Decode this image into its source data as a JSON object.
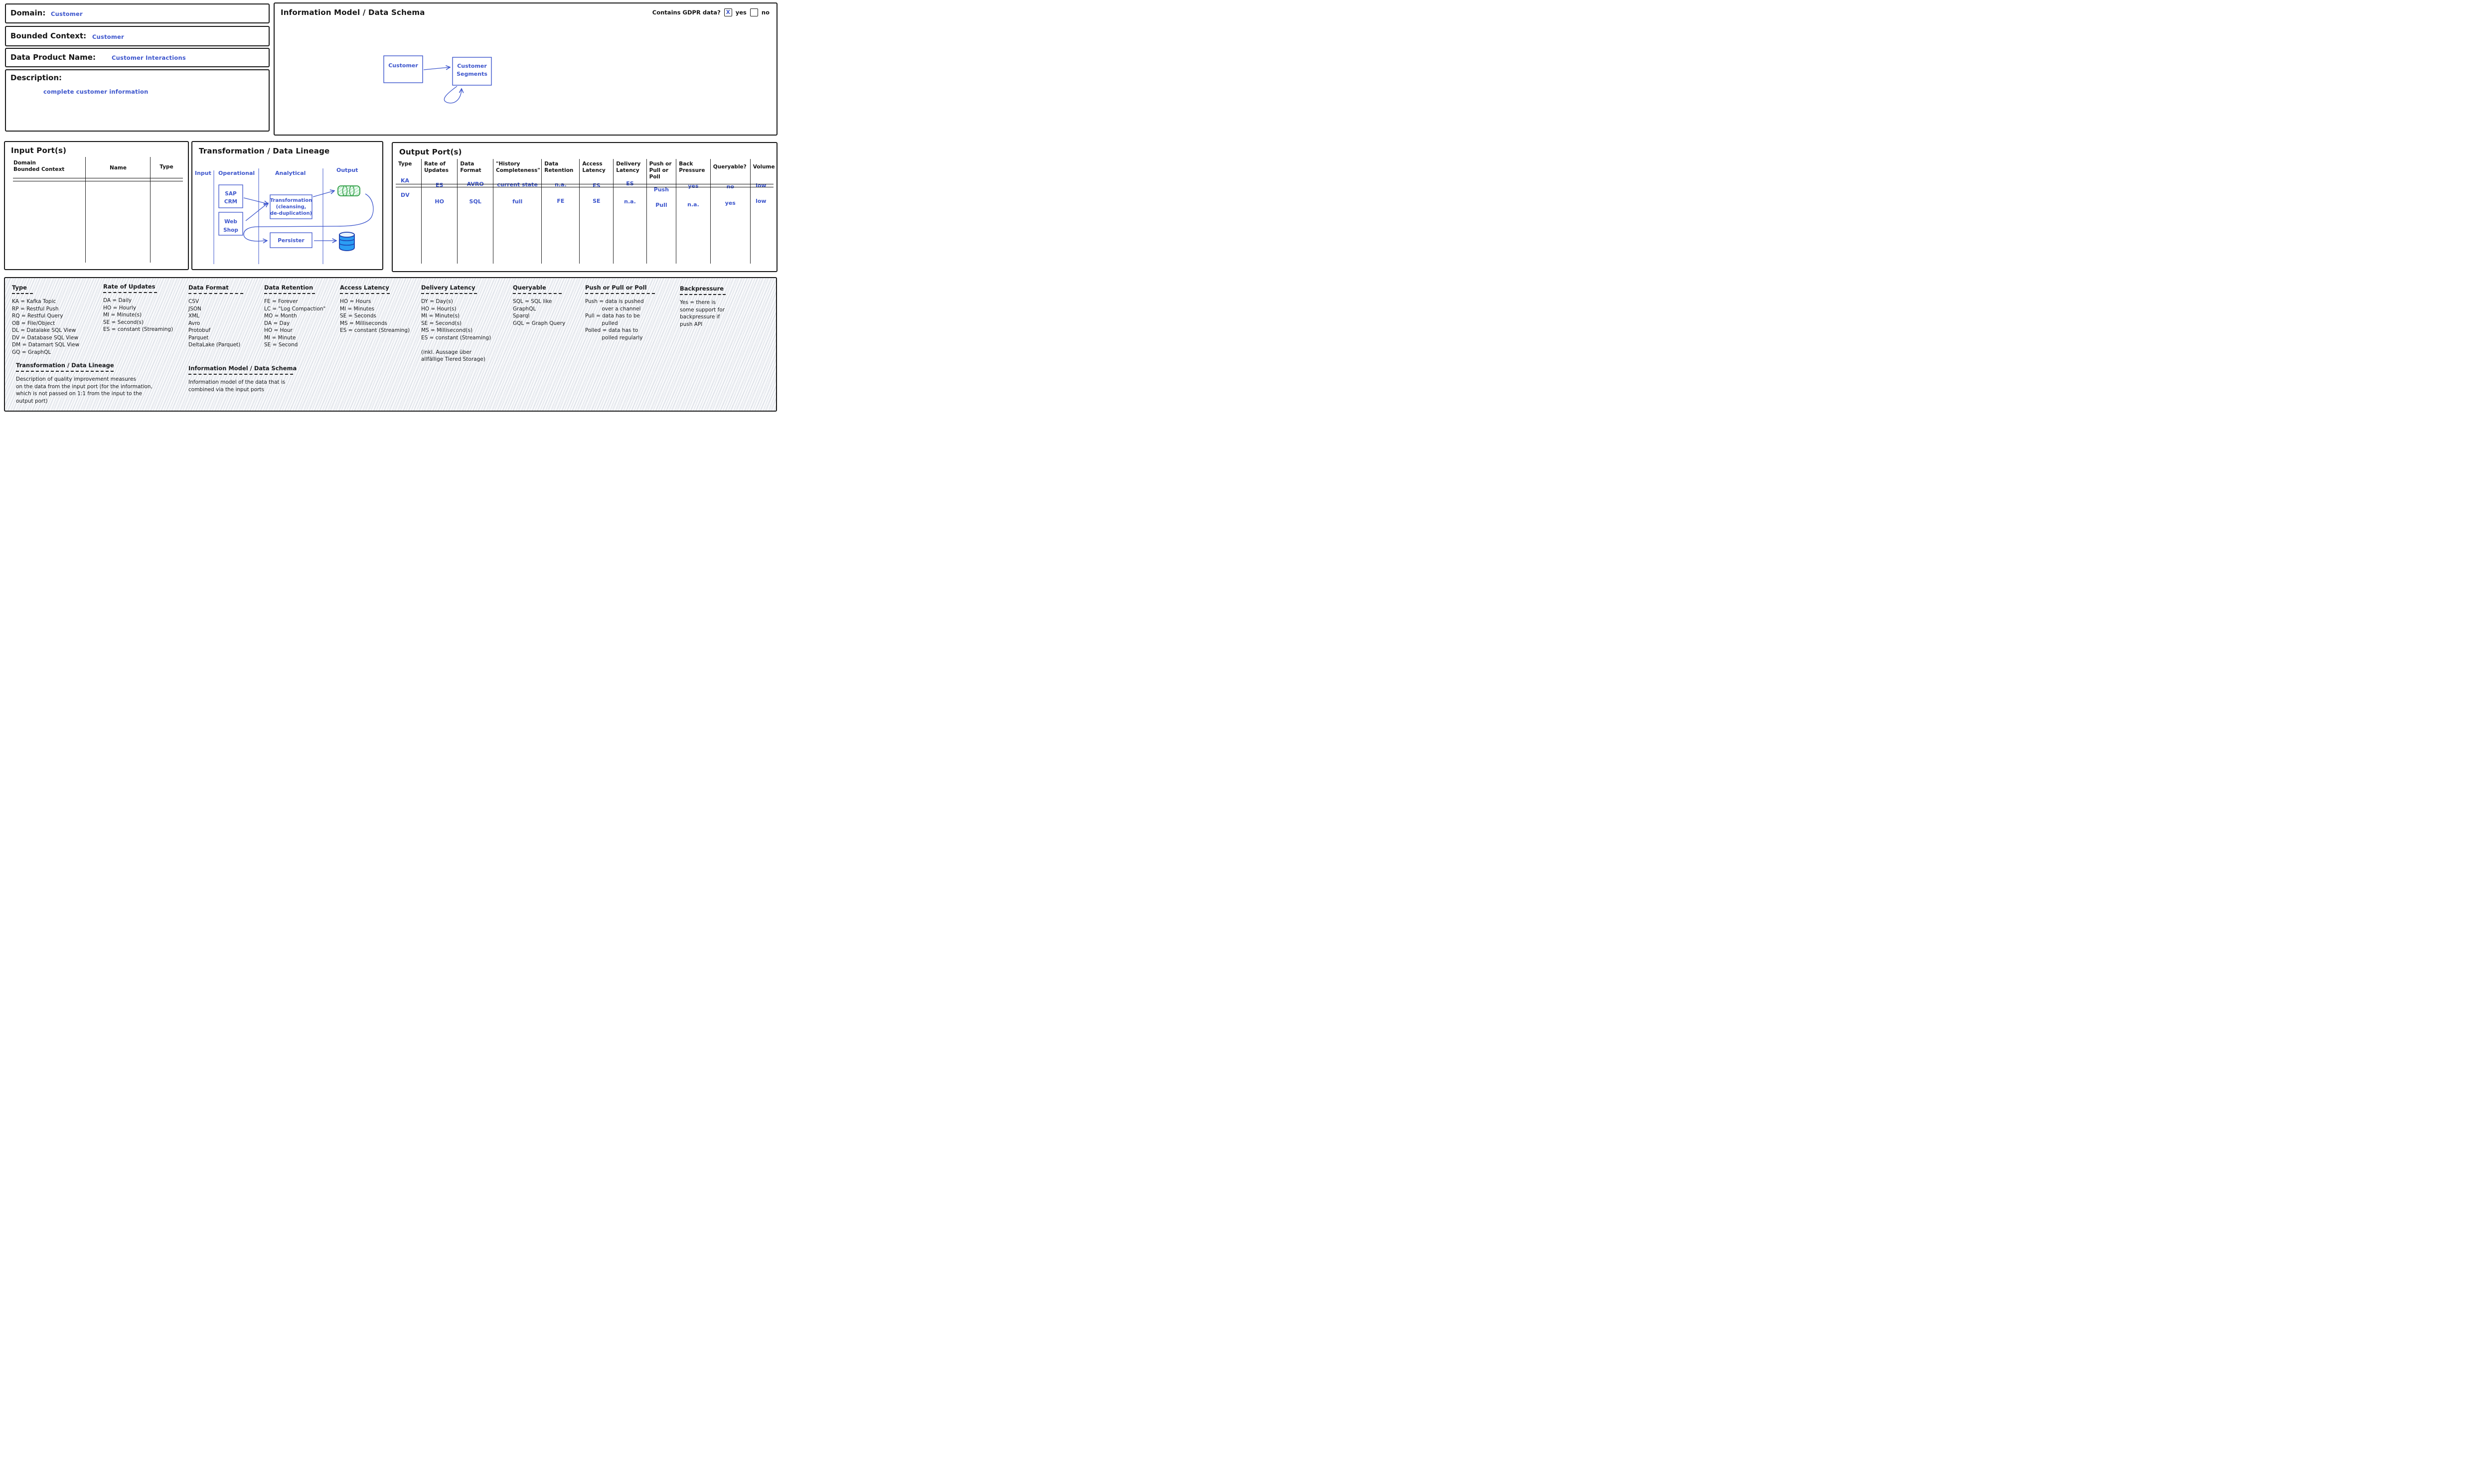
{
  "fields": {
    "domain_label": "Domain:",
    "domain_value": "Customer",
    "bounded_context_label": "Bounded Context:",
    "bounded_context_value": "Customer",
    "product_name_label": "Data Product Name:",
    "product_name_value": "Customer Interactions",
    "description_label": "Description:",
    "description_value": "complete customer information"
  },
  "info_model": {
    "title": "Information Model / Data Schema",
    "gdpr_question": "Contains GDPR data?",
    "gdpr_checked_mark": "X",
    "yes_label": "yes",
    "no_label": "no",
    "entity_customer": "Customer",
    "entity_segments_line1": "Customer",
    "entity_segments_line2": "Segments"
  },
  "input_ports": {
    "title": "Input Port(s)",
    "col_domain_line1": "Domain",
    "col_domain_line2": "Bounded Context",
    "col_name": "Name",
    "col_type": "Type"
  },
  "transformation": {
    "title": "Transformation / Data Lineage",
    "lane_input": "Input",
    "lane_operational": "Operational",
    "lane_analytical": "Analytical",
    "lane_output": "Output",
    "node_sap_line1": "SAP",
    "node_sap_line2": "CRM",
    "node_web_line1": "Web",
    "node_web_line2": "Shop",
    "node_transform_line1": "Transformation",
    "node_transform_line2": "(cleansing,",
    "node_transform_line3": "de-duplication)",
    "node_persister": "Persister"
  },
  "output_ports": {
    "title": "Output Port(s)",
    "columns": [
      "Type",
      "Rate of Updates",
      "Data Format",
      "\"History Completeness\"",
      "Data Retention",
      "Access Latency",
      "Delivery Latency",
      "Push or Pull or Poll",
      "Back Pressure",
      "Queryable?",
      "Volume"
    ],
    "rows": [
      [
        "KA",
        "ES",
        "AVRO",
        "current state",
        "n.a.",
        "ES",
        "ES",
        "Push",
        "yes",
        "no",
        "low"
      ],
      [
        "DV",
        "HO",
        "SQL",
        "full",
        "FE",
        "SE",
        "n.a.",
        "Pull",
        "n.a.",
        "yes",
        "low"
      ]
    ]
  },
  "legend": {
    "sections": [
      {
        "title": "Type",
        "items": [
          "KA = Kafka Topic",
          "RP = Restful Push",
          "RQ = Restful Query",
          "OB = File/Object",
          "DL = Datalake SQL View",
          "DV = Database SQL View",
          "DM = Datamart SQL View",
          "GQ = GraphQL"
        ]
      },
      {
        "title": "Rate of Updates",
        "items": [
          "DA = Daily",
          "HO = Hourly",
          "MI = Minute(s)",
          "SE = Second(s)",
          "ES = constant (Streaming)"
        ]
      },
      {
        "title": "Data Format",
        "items": [
          "CSV",
          "JSON",
          "XML",
          "Avro",
          "Protobuf",
          "Parquet",
          "DeltaLake (Parquet)"
        ]
      },
      {
        "title": "Data Retention",
        "items": [
          "FE = Forever",
          "LC = \"Log Compaction\"",
          "MO = Month",
          "DA = Day",
          "HO = Hour",
          "MI = Minute",
          "SE = Second"
        ]
      },
      {
        "title": "Access Latency",
        "items": [
          "HO = Hours",
          "MI = Minutes",
          "SE = Seconds",
          "MS = Milliseconds",
          "ES = constant (Streaming)"
        ]
      },
      {
        "title": "Delivery Latency",
        "items": [
          "DY = Day(s)",
          "HO = Hour(s)",
          "MI = Minute(s)",
          "SE = Second(s)",
          "MS = Millisecond(s)",
          "ES = constant (Streaming)",
          "",
          "(inkl. Aussage über",
          "allfällige Tiered Storage)"
        ]
      },
      {
        "title": "Queryable",
        "items": [
          "SQL = SQL like",
          "GraphQL",
          "Sparql",
          "GQL = Graph Query"
        ]
      },
      {
        "title": "Push or Pull or Poll",
        "items": [
          "Push = data is pushed",
          "          over a channel",
          "Pull = data has to be",
          "          pulled",
          "Polled = data has to",
          "          polled regularly"
        ]
      },
      {
        "title": "Backpressure",
        "items": [
          "Yes = there is",
          "some support for",
          "backpressure if",
          "push API"
        ]
      }
    ],
    "notes": [
      {
        "title": "Transformation / Data Lineage",
        "lines": [
          "Description of quality improvement measures",
          "on the data from the input port (for the information,",
          "which is not passed on 1:1 from the input to the",
          "output port)"
        ]
      },
      {
        "title": "Information Model / Data Schema",
        "lines": [
          "Information model of the data that is",
          "combined via the input ports"
        ]
      }
    ]
  }
}
